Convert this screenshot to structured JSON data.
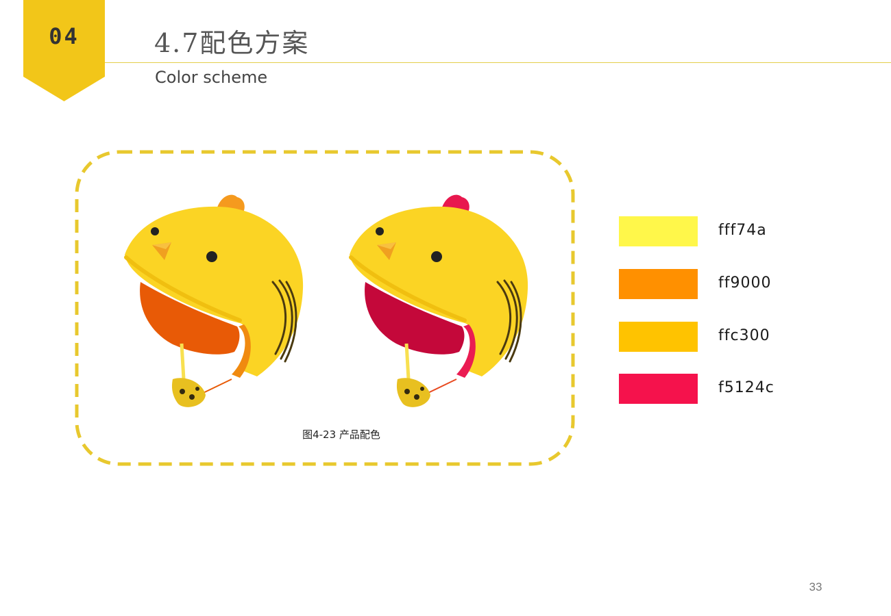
{
  "header": {
    "section_number": "04",
    "title": "4.7配色方案",
    "subtitle": "Color scheme"
  },
  "figure": {
    "caption": "图4-23 产品配色",
    "frame_color": "#e8c82e",
    "helmets": [
      {
        "shell": "#fbd424",
        "lining": "#e85a06",
        "comb": "#f59a1e",
        "accent": "#f08a10"
      },
      {
        "shell": "#fbd424",
        "lining": "#c4083a",
        "comb": "#e8184e",
        "accent": "#ea1c52"
      }
    ]
  },
  "palette": [
    {
      "hex": "#fff74a",
      "label": "fff74a"
    },
    {
      "hex": "#ff9000",
      "label": "ff9000"
    },
    {
      "hex": "#ffc300",
      "label": "ffc300"
    },
    {
      "hex": "#f5124c",
      "label": "f5124c"
    }
  ],
  "page": {
    "number": "33"
  },
  "colors": {
    "badge": "#f2c619",
    "rule": "#e3cf4a"
  }
}
